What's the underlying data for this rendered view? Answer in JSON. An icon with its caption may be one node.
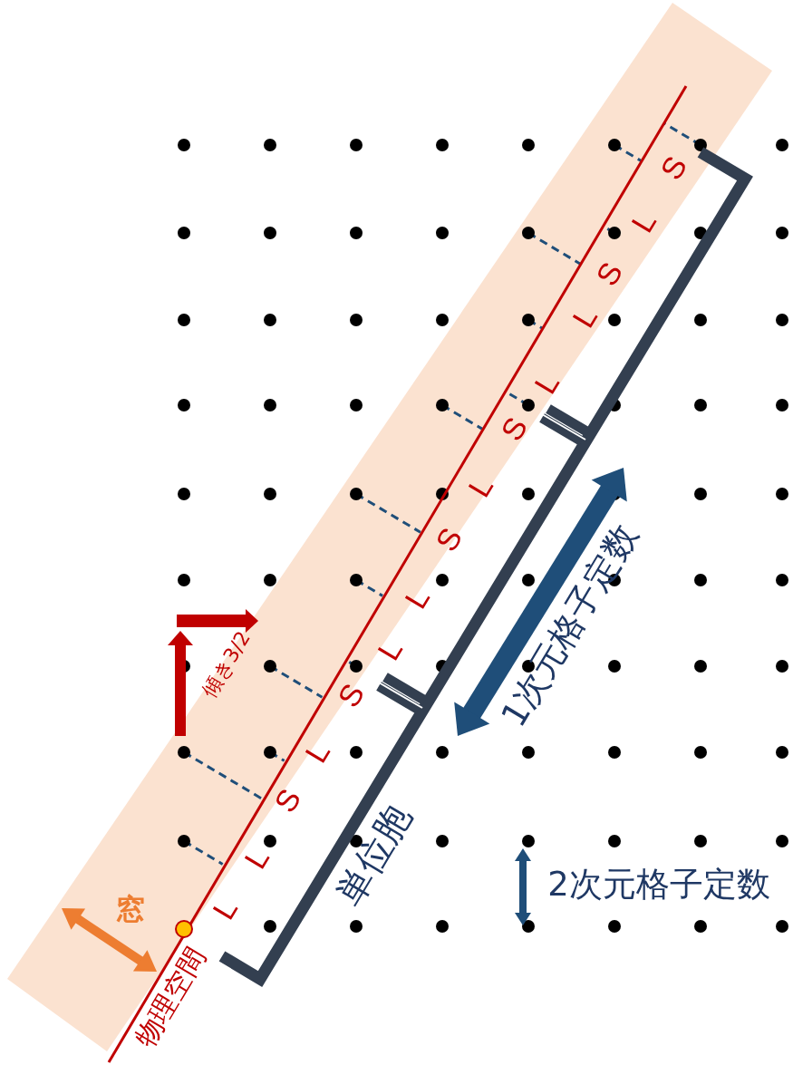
{
  "diagram": {
    "labels": [
      "S",
      "L",
      "S",
      "L",
      "L",
      "S",
      "L",
      "S",
      "L",
      "L",
      "S",
      "L",
      "S",
      "L",
      "L",
      "1次元格子定数",
      "傾き3/2",
      "単位胞",
      "2次元格子定数",
      "窓",
      "物理空間"
    ]
  }
}
